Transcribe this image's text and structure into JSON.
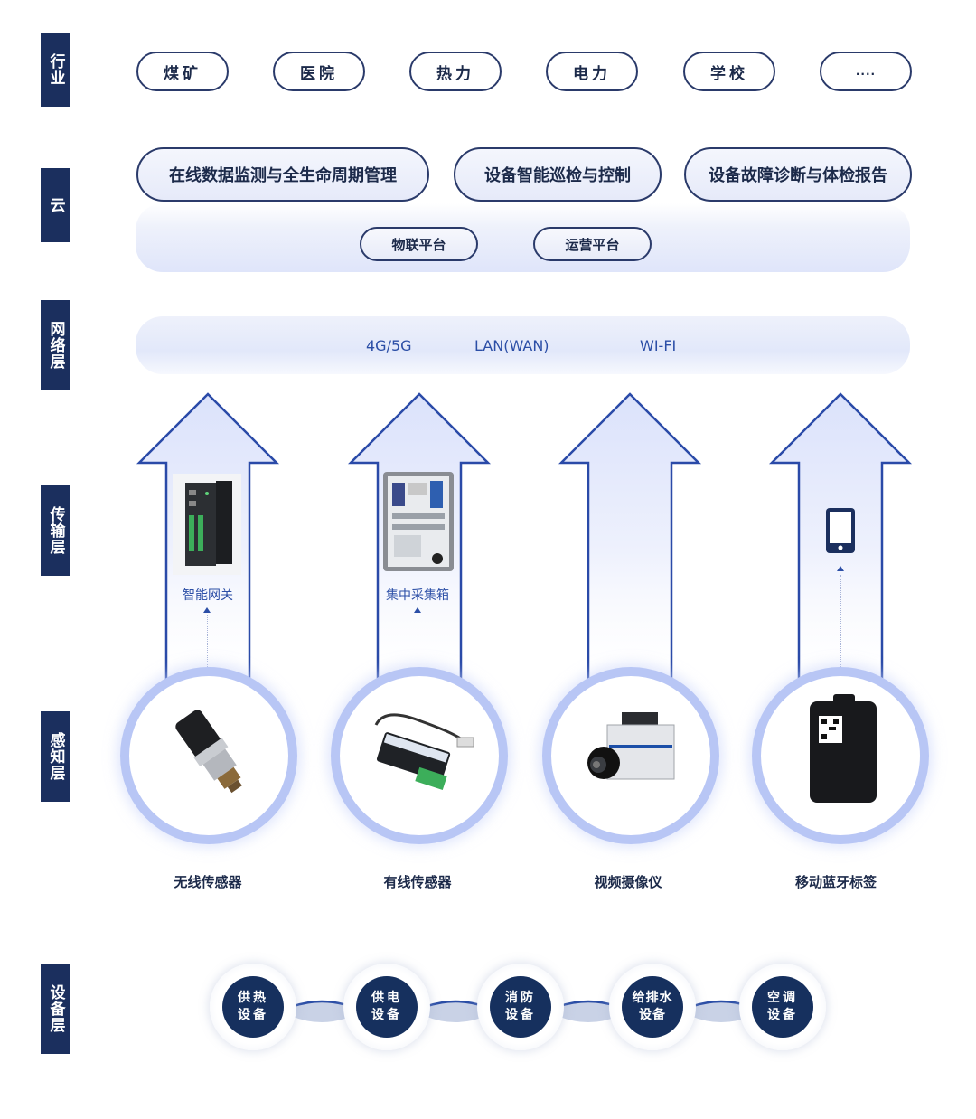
{
  "layers": {
    "industry": "行业",
    "cloud": "云",
    "network": "网络层",
    "transport": "传输层",
    "perception": "感知层",
    "equipment": "设备层"
  },
  "industries": [
    "煤矿",
    "医院",
    "热力",
    "电力",
    "学校",
    "...."
  ],
  "cloud_services": [
    "在线数据监测与全生命周期管理",
    "设备智能巡检与控制",
    "设备故障诊断与体检报告"
  ],
  "platforms": [
    "物联平台",
    "运营平台"
  ],
  "network_types": [
    "4G/5G",
    "LAN(WAN)",
    "WI-FI"
  ],
  "transport_devices": [
    "智能网关",
    "集中采集箱"
  ],
  "sensors": [
    "无线传感器",
    "有线传感器",
    "视频摄像仪",
    "移动蓝牙标签"
  ],
  "equipment": [
    {
      "line1": "供热",
      "line2": "设备"
    },
    {
      "line1": "供电",
      "line2": "设备"
    },
    {
      "line1": "消防",
      "line2": "设备"
    },
    {
      "line1": "给排水",
      "line2": "设备"
    },
    {
      "line1": "空调",
      "line2": "设备"
    }
  ],
  "colors": {
    "navy": "#1b2f5e",
    "accent_blue": "#2b4ea6",
    "ring": "#b8c6f5"
  }
}
